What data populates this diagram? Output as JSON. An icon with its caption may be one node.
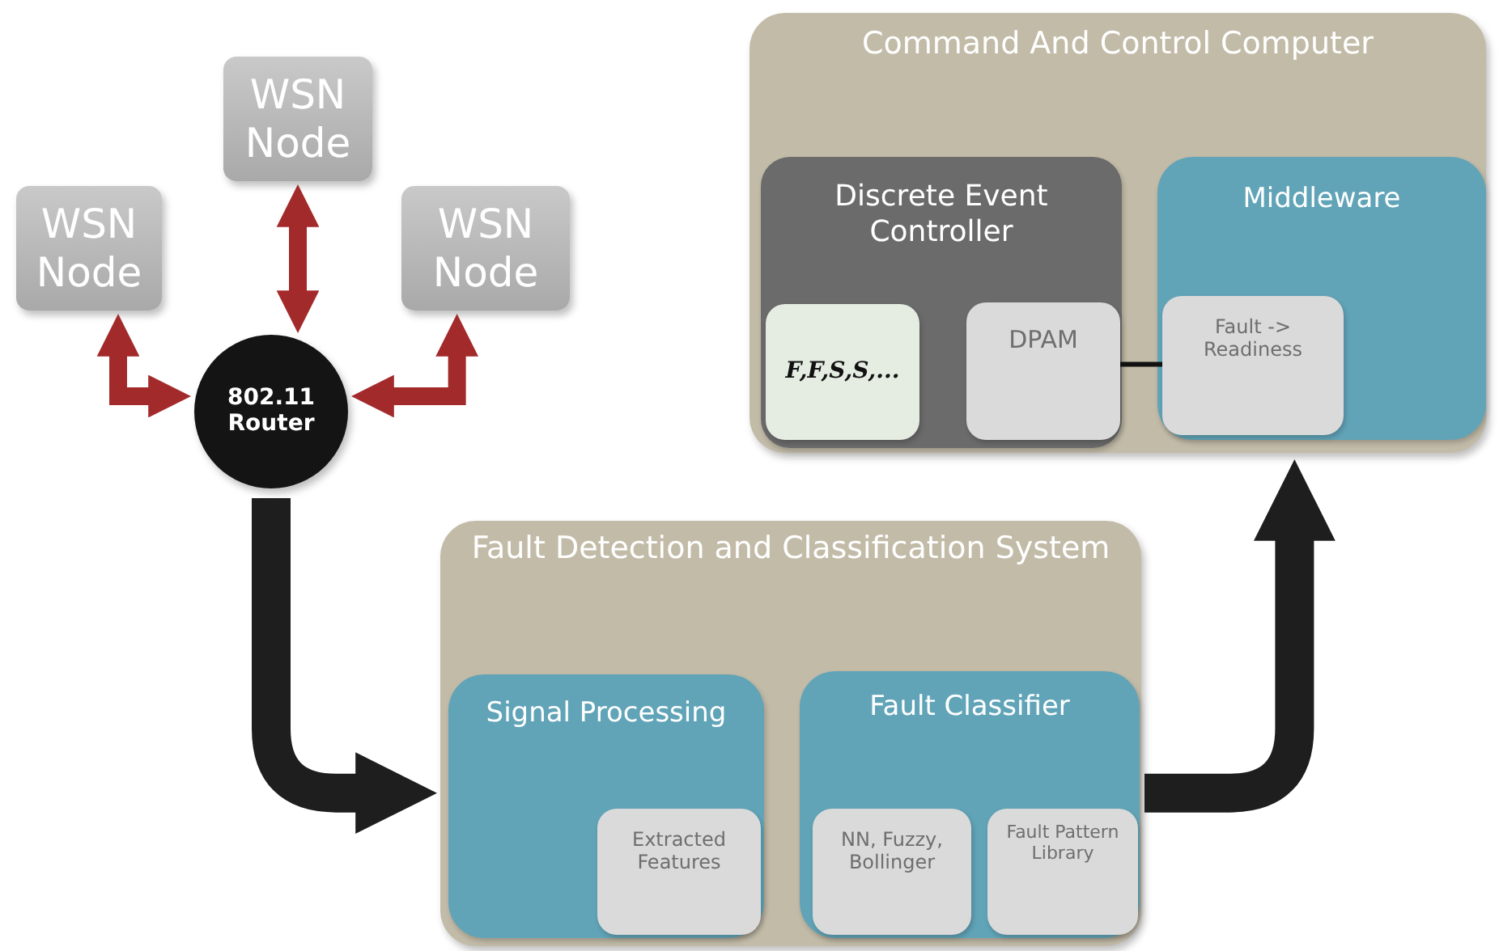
{
  "diagram": {
    "nodes": [
      {
        "text": [
          "WSN Node"
        ]
      },
      {
        "text": [
          "WSN Node"
        ]
      },
      {
        "text": [
          "WSN Node"
        ]
      },
      {
        "text": [
          "802.11 Router"
        ]
      },
      {
        "text": [
          "Command And Control Computer"
        ]
      },
      {
        "text": [
          "Discrete Event Controller"
        ],
        "in": 4
      },
      {
        "text": [
          "F,F,S,S,..."
        ],
        "in": 5
      },
      {
        "text": [
          "DPAM"
        ],
        "in": 5
      },
      {
        "text": [
          "Middleware"
        ],
        "in": 4
      },
      {
        "text": [
          "Fault -> Readiness"
        ],
        "in": 8
      },
      {
        "text": [
          "Fault Detection and Classification System"
        ]
      },
      {
        "text": [
          "Signal Processing"
        ],
        "in": 10
      },
      {
        "text": [
          "Extracted Features"
        ],
        "in": 11
      },
      {
        "text": [
          "Fault Classifier"
        ],
        "in": 10
      },
      {
        "text": [
          "NN, Fuzzy, Bollinger"
        ],
        "in": 13
      },
      {
        "text": [
          "Fault Pattern Library"
        ],
        "in": 13
      }
    ],
    "edges": [
      {
        "from": 0,
        "to": 3,
        "arrow": "both"
      },
      {
        "from": 1,
        "to": 3,
        "arrow": "both"
      },
      {
        "from": 2,
        "to": 3,
        "arrow": "both"
      },
      {
        "from": 3,
        "to": 10,
        "arrow": "to",
        "style": "thick",
        "color": "#1e1e1e"
      },
      {
        "from": 10,
        "to": 4,
        "arrow": "to",
        "style": "thick",
        "color": "#1e1e1e"
      },
      {
        "from": 7,
        "to": 9,
        "arrow": "none",
        "color": "#111111"
      }
    ]
  }
}
